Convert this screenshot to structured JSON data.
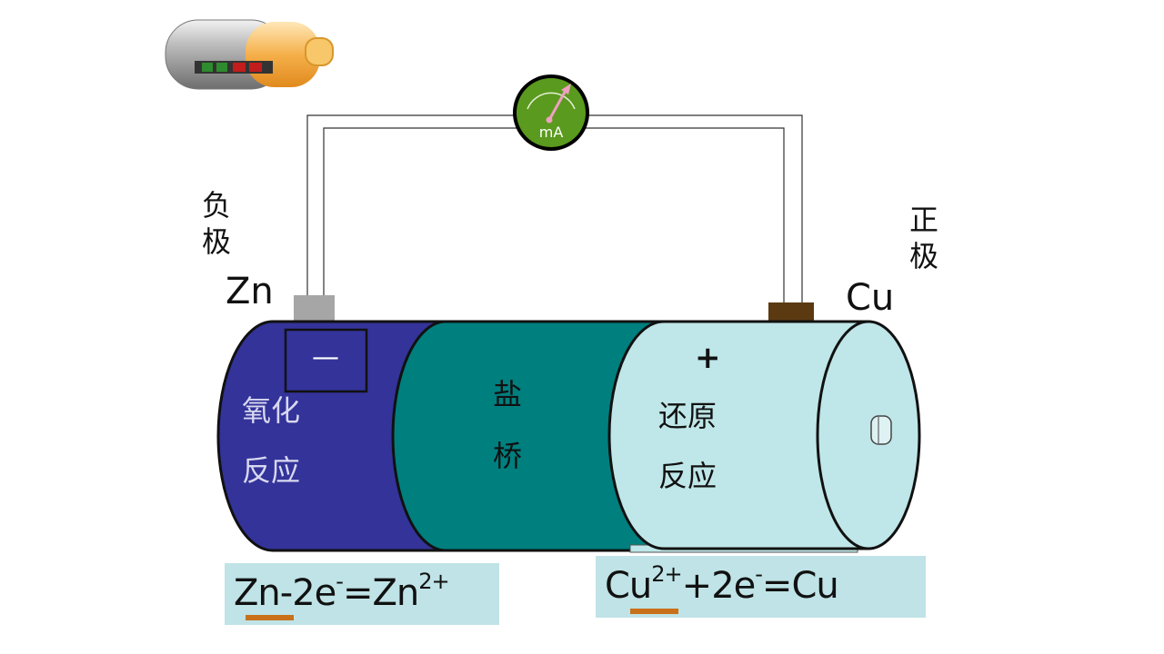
{
  "labels": {
    "negative_pole": "负极",
    "positive_pole": "正极",
    "zn": "Zn",
    "cu": "Cu",
    "minus_sign": "—",
    "plus_sign": "+",
    "oxidation_line1": "氧化",
    "oxidation_line2": "反应",
    "salt_bridge_line1": "盐",
    "salt_bridge_line2": "桥",
    "reduction_line1": "还原",
    "reduction_line2": "反应",
    "meter_unit": "mA"
  },
  "equations": {
    "anode": {
      "part1": "Zn",
      "part2": "-2e",
      "sup1": "-",
      "part3": "=Zn",
      "sup2": "2+"
    },
    "cathode": {
      "part1": "Cu",
      "sup1": "2+",
      "part2": "+2e",
      "sup2": "-",
      "part3": "=Cu"
    }
  },
  "colors": {
    "anode_body": "#33339a",
    "salt_bridge": "#007f7f",
    "cathode_body": "#bfe6e8",
    "meter_face": "#5a9a1e",
    "zn_terminal": "#a6a6a6",
    "cu_terminal": "#5b3a12",
    "equation_box": "#bfe3e6",
    "underline": "#c8711a"
  }
}
